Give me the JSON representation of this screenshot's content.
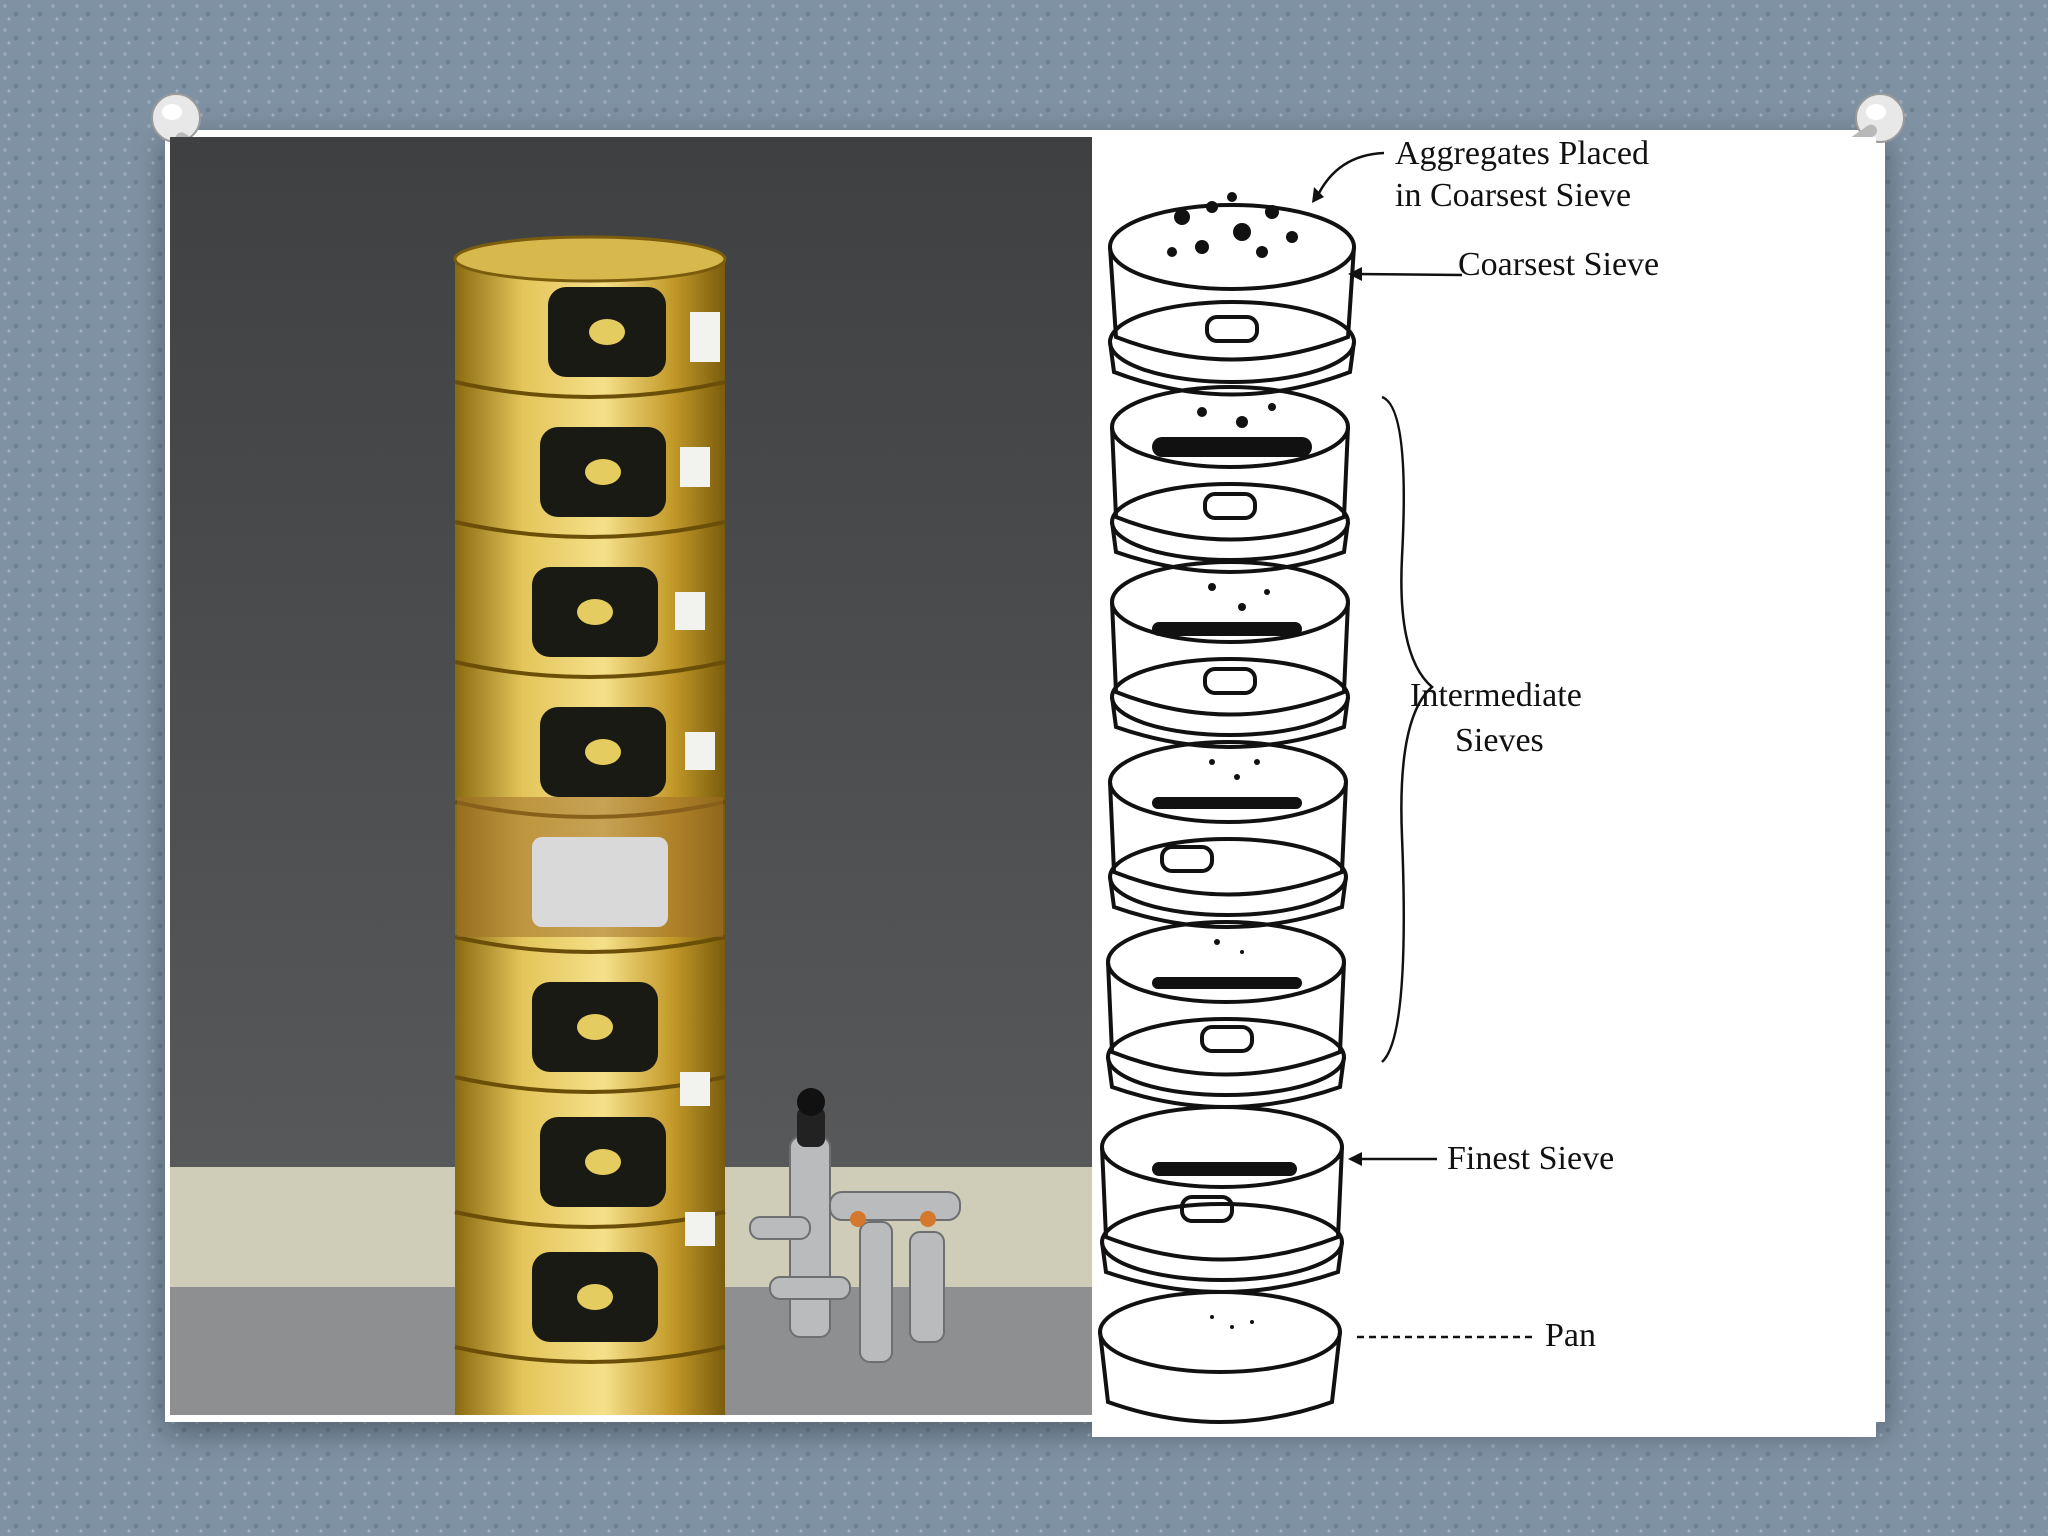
{
  "diagram": {
    "labels": {
      "aggregates_line1": "Aggregates Placed",
      "aggregates_line2": "in Coarsest Sieve",
      "coarsest": "Coarsest Sieve",
      "intermediate_line1": "Intermediate",
      "intermediate_line2": "Sieves",
      "finest": "Finest Sieve",
      "pan": "Pan"
    }
  },
  "colors": {
    "background": "#7d8fa0",
    "brass": "#c9a83a",
    "chalkboard": "#4a4c4e"
  }
}
